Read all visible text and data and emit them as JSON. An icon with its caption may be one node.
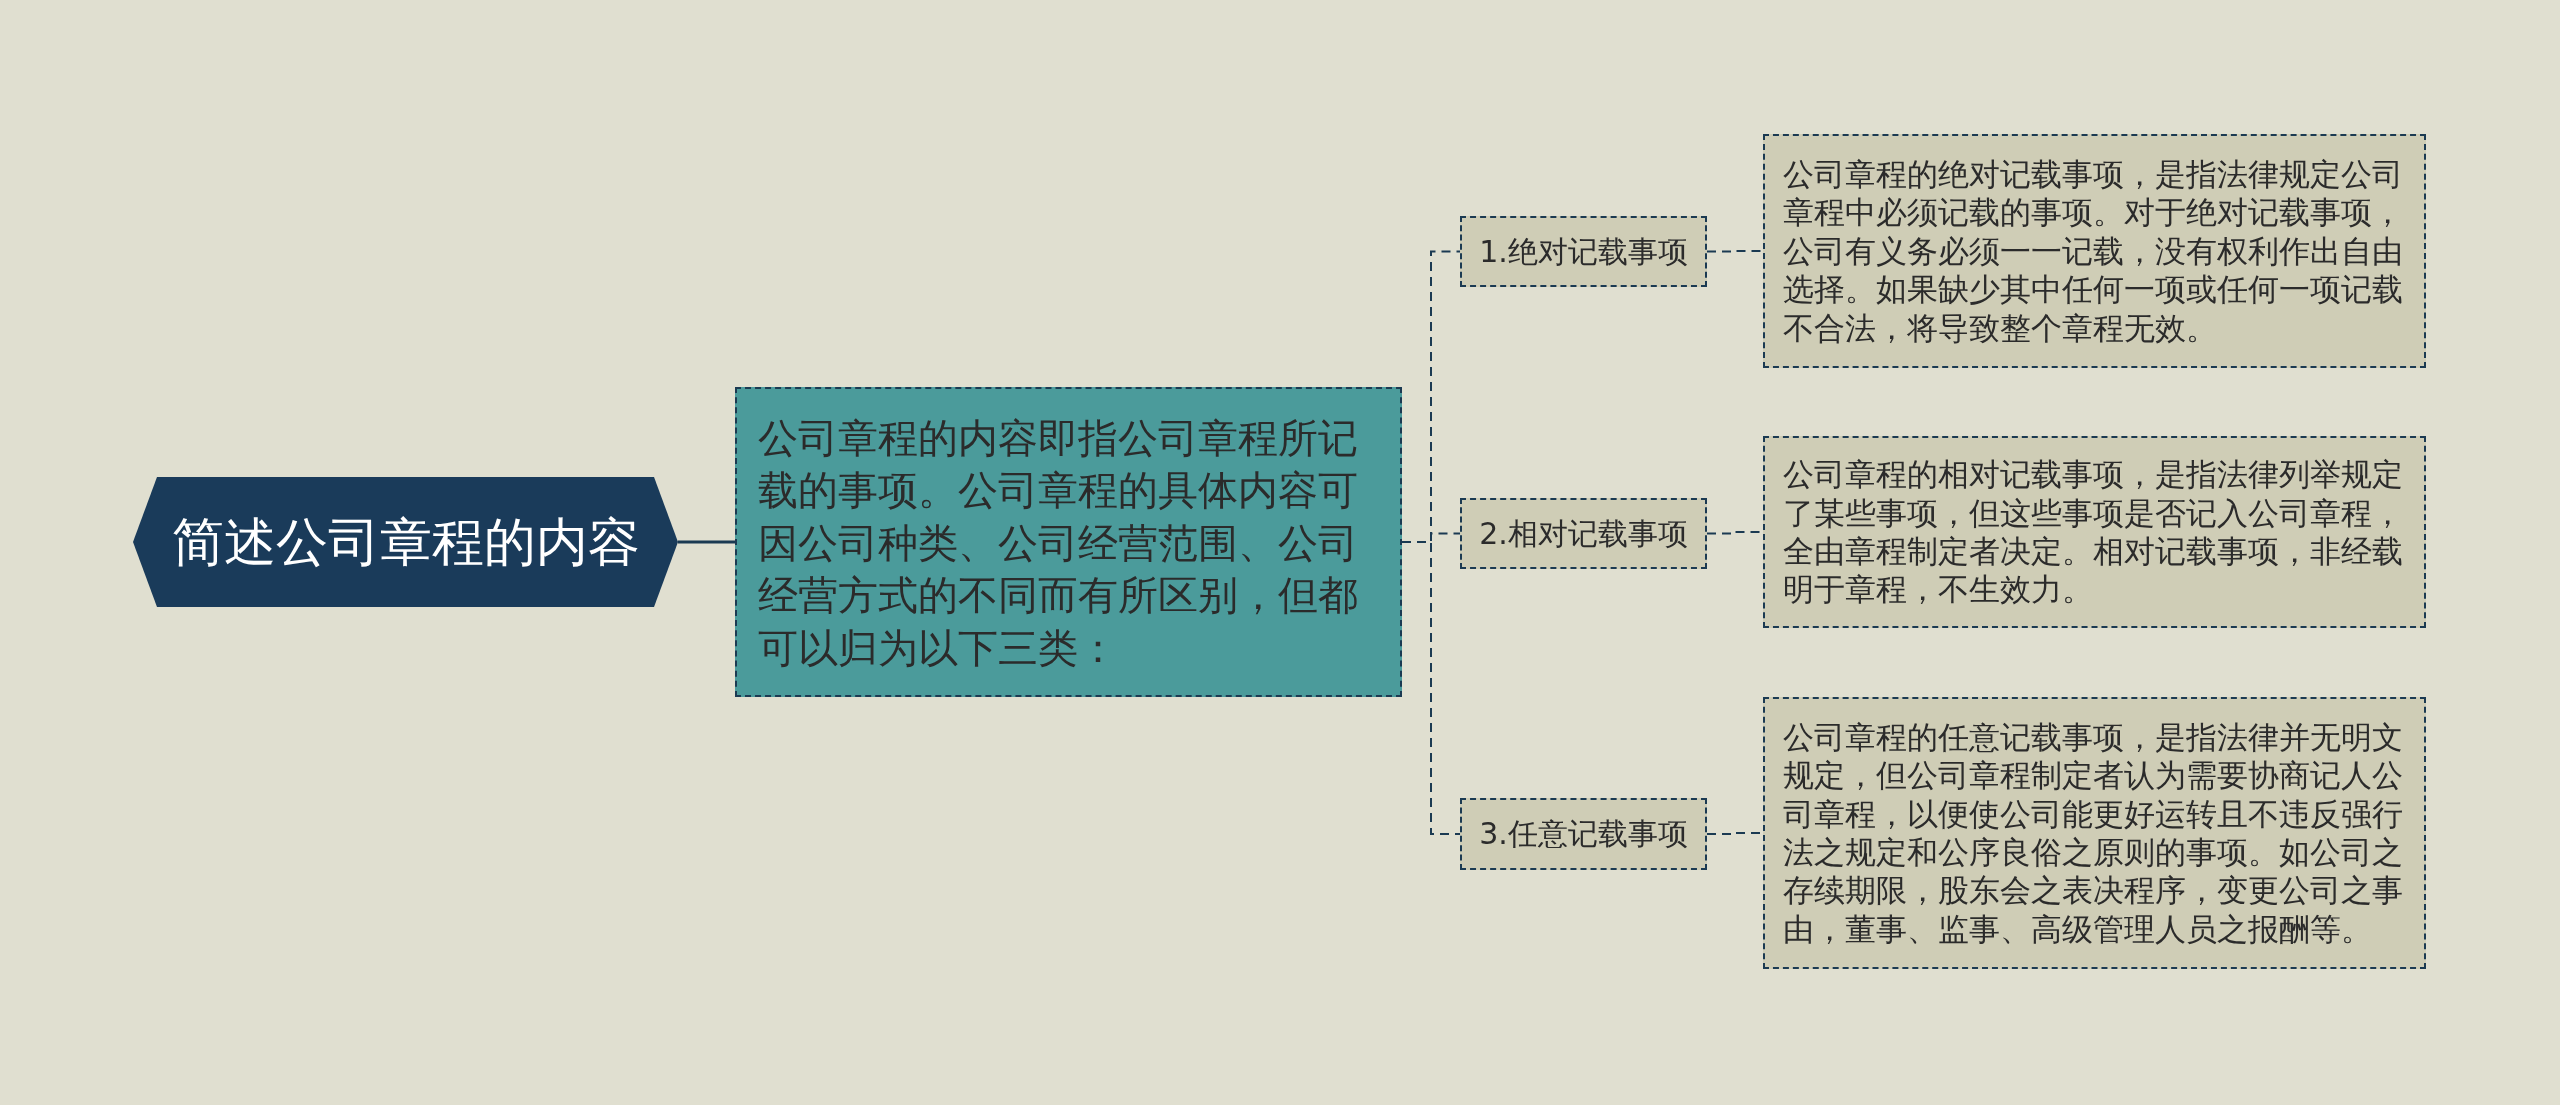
{
  "diagram": {
    "nodes": [
      {
        "text": [
          "简述公司章程的内容"
        ]
      },
      {
        "text": [
          "公司章程的内容即指公司章程所记载的事项。公司章程的具体内容可因公司种类、公司经营范围、公司经营方式的不同而有所区别，但都可以归为以下三类："
        ]
      },
      {
        "text": [
          "1.绝对记载事项"
        ]
      },
      {
        "text": [
          "公司章程的绝对记载事项，是指法律规定公司章程中必须记载的事项。对于绝对记载事项，公司有义务必须一一记载，没有权利作出自由选择。如果缺少其中任何一项或任何一项记载不合法，将导致整个章程无效。"
        ]
      },
      {
        "text": [
          "2.相对记载事项"
        ]
      },
      {
        "text": [
          "公司章程的相对记载事项，是指法律列举规定了某些事项，但这些事项是否记入公司章程，全由章程制定者决定。相对记载事项，非经载明于章程，不生效力。"
        ]
      },
      {
        "text": [
          "3.任意记载事项"
        ]
      },
      {
        "text": [
          "公司章程的任意记载事项，是指法律并无明文规定，但公司章程制定者认为需要协商记人公司章程，以便使公司能更好运转且不违反强行法之规定和公序良俗之原则的事项。如公司之存续期限，股东会之表决程序，变更公司之事由，董事、监事、高级管理人员之报酬等。"
        ]
      }
    ],
    "edges": [
      {
        "from": 0,
        "to": 1,
        "arrow": "none"
      },
      {
        "from": 1,
        "to": 2,
        "arrow": "none",
        "style": "dashed"
      },
      {
        "from": 2,
        "to": 3,
        "arrow": "none",
        "style": "dashed"
      },
      {
        "from": 1,
        "to": 4,
        "arrow": "none",
        "style": "dashed"
      },
      {
        "from": 4,
        "to": 5,
        "arrow": "none",
        "style": "dashed"
      },
      {
        "from": 1,
        "to": 6,
        "arrow": "none",
        "style": "dashed"
      },
      {
        "from": 6,
        "to": 7,
        "arrow": "none",
        "style": "dashed"
      }
    ]
  }
}
